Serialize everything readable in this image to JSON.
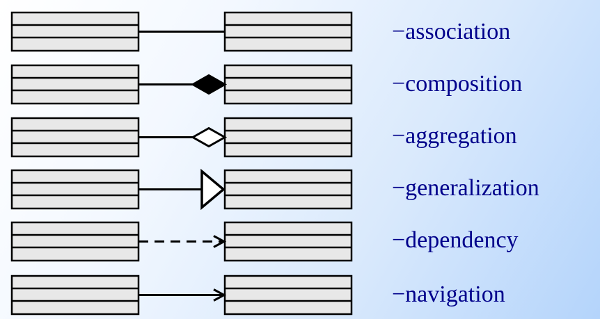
{
  "relationships": [
    {
      "label": "−association",
      "line": "solid",
      "end": "none"
    },
    {
      "label": "−composition",
      "line": "solid",
      "end": "filled-diamond"
    },
    {
      "label": "−aggregation",
      "line": "solid",
      "end": "hollow-diamond"
    },
    {
      "label": "−generalization",
      "line": "solid",
      "end": "hollow-triangle"
    },
    {
      "label": "−dependency",
      "line": "dashed",
      "end": "open-arrow"
    },
    {
      "label": "−navigation",
      "line": "solid",
      "end": "open-arrow"
    }
  ],
  "colors": {
    "box_fill": "#e8e8e8",
    "stroke": "#000000",
    "label": "#00008b"
  }
}
